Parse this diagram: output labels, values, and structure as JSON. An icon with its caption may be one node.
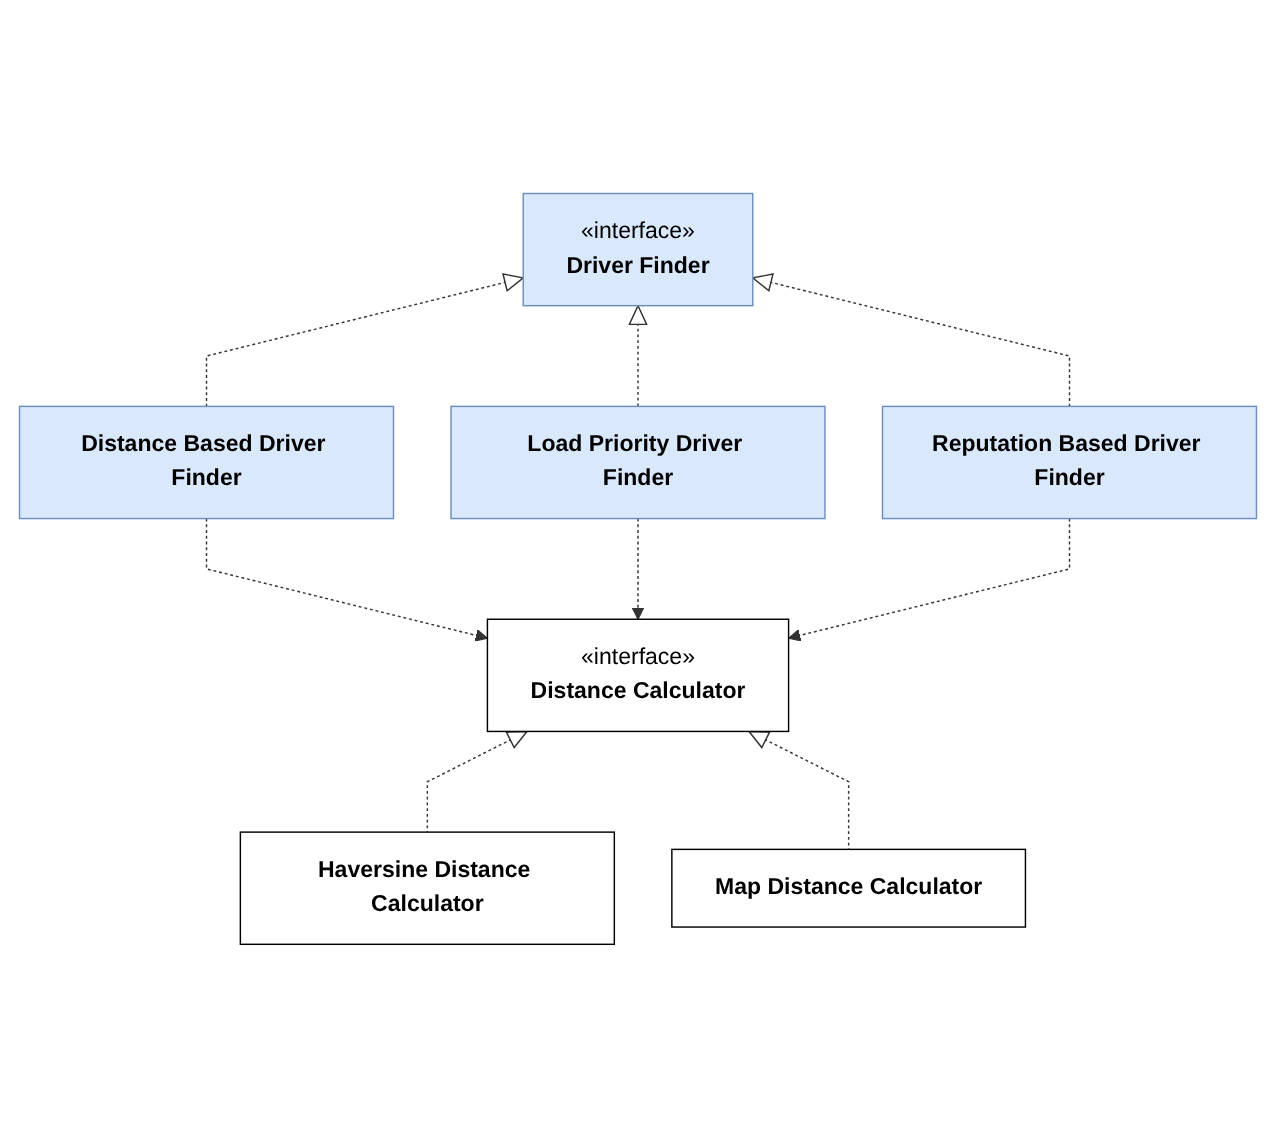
{
  "diagram": {
    "nodes": [
      {
        "text": [
          "«interface»",
          "Driver Finder"
        ]
      },
      {
        "text": [
          "Distance Based Driver Finder"
        ]
      },
      {
        "text": [
          "Load Priority Driver Finder"
        ]
      },
      {
        "text": [
          "Reputation Based Driver Finder"
        ]
      },
      {
        "text": [
          "«interface»",
          "Distance Calculator"
        ]
      },
      {
        "text": [
          "Haversine Distance Calculator"
        ]
      },
      {
        "text": [
          "Map Distance Calculator"
        ]
      }
    ],
    "edges": [
      {
        "from": 1,
        "to": 0,
        "arrow": "to",
        "style": "dashed"
      },
      {
        "from": 2,
        "to": 0,
        "arrow": "to",
        "style": "dashed"
      },
      {
        "from": 3,
        "to": 0,
        "arrow": "to",
        "style": "dashed"
      },
      {
        "from": 1,
        "to": 4,
        "arrow": "to",
        "style": "dashed"
      },
      {
        "from": 2,
        "to": 4,
        "arrow": "to",
        "style": "dashed"
      },
      {
        "from": 3,
        "to": 4,
        "arrow": "to",
        "style": "dashed"
      },
      {
        "from": 5,
        "to": 4,
        "arrow": "to",
        "style": "dashed"
      },
      {
        "from": 6,
        "to": 4,
        "arrow": "to",
        "style": "dashed"
      }
    ]
  }
}
